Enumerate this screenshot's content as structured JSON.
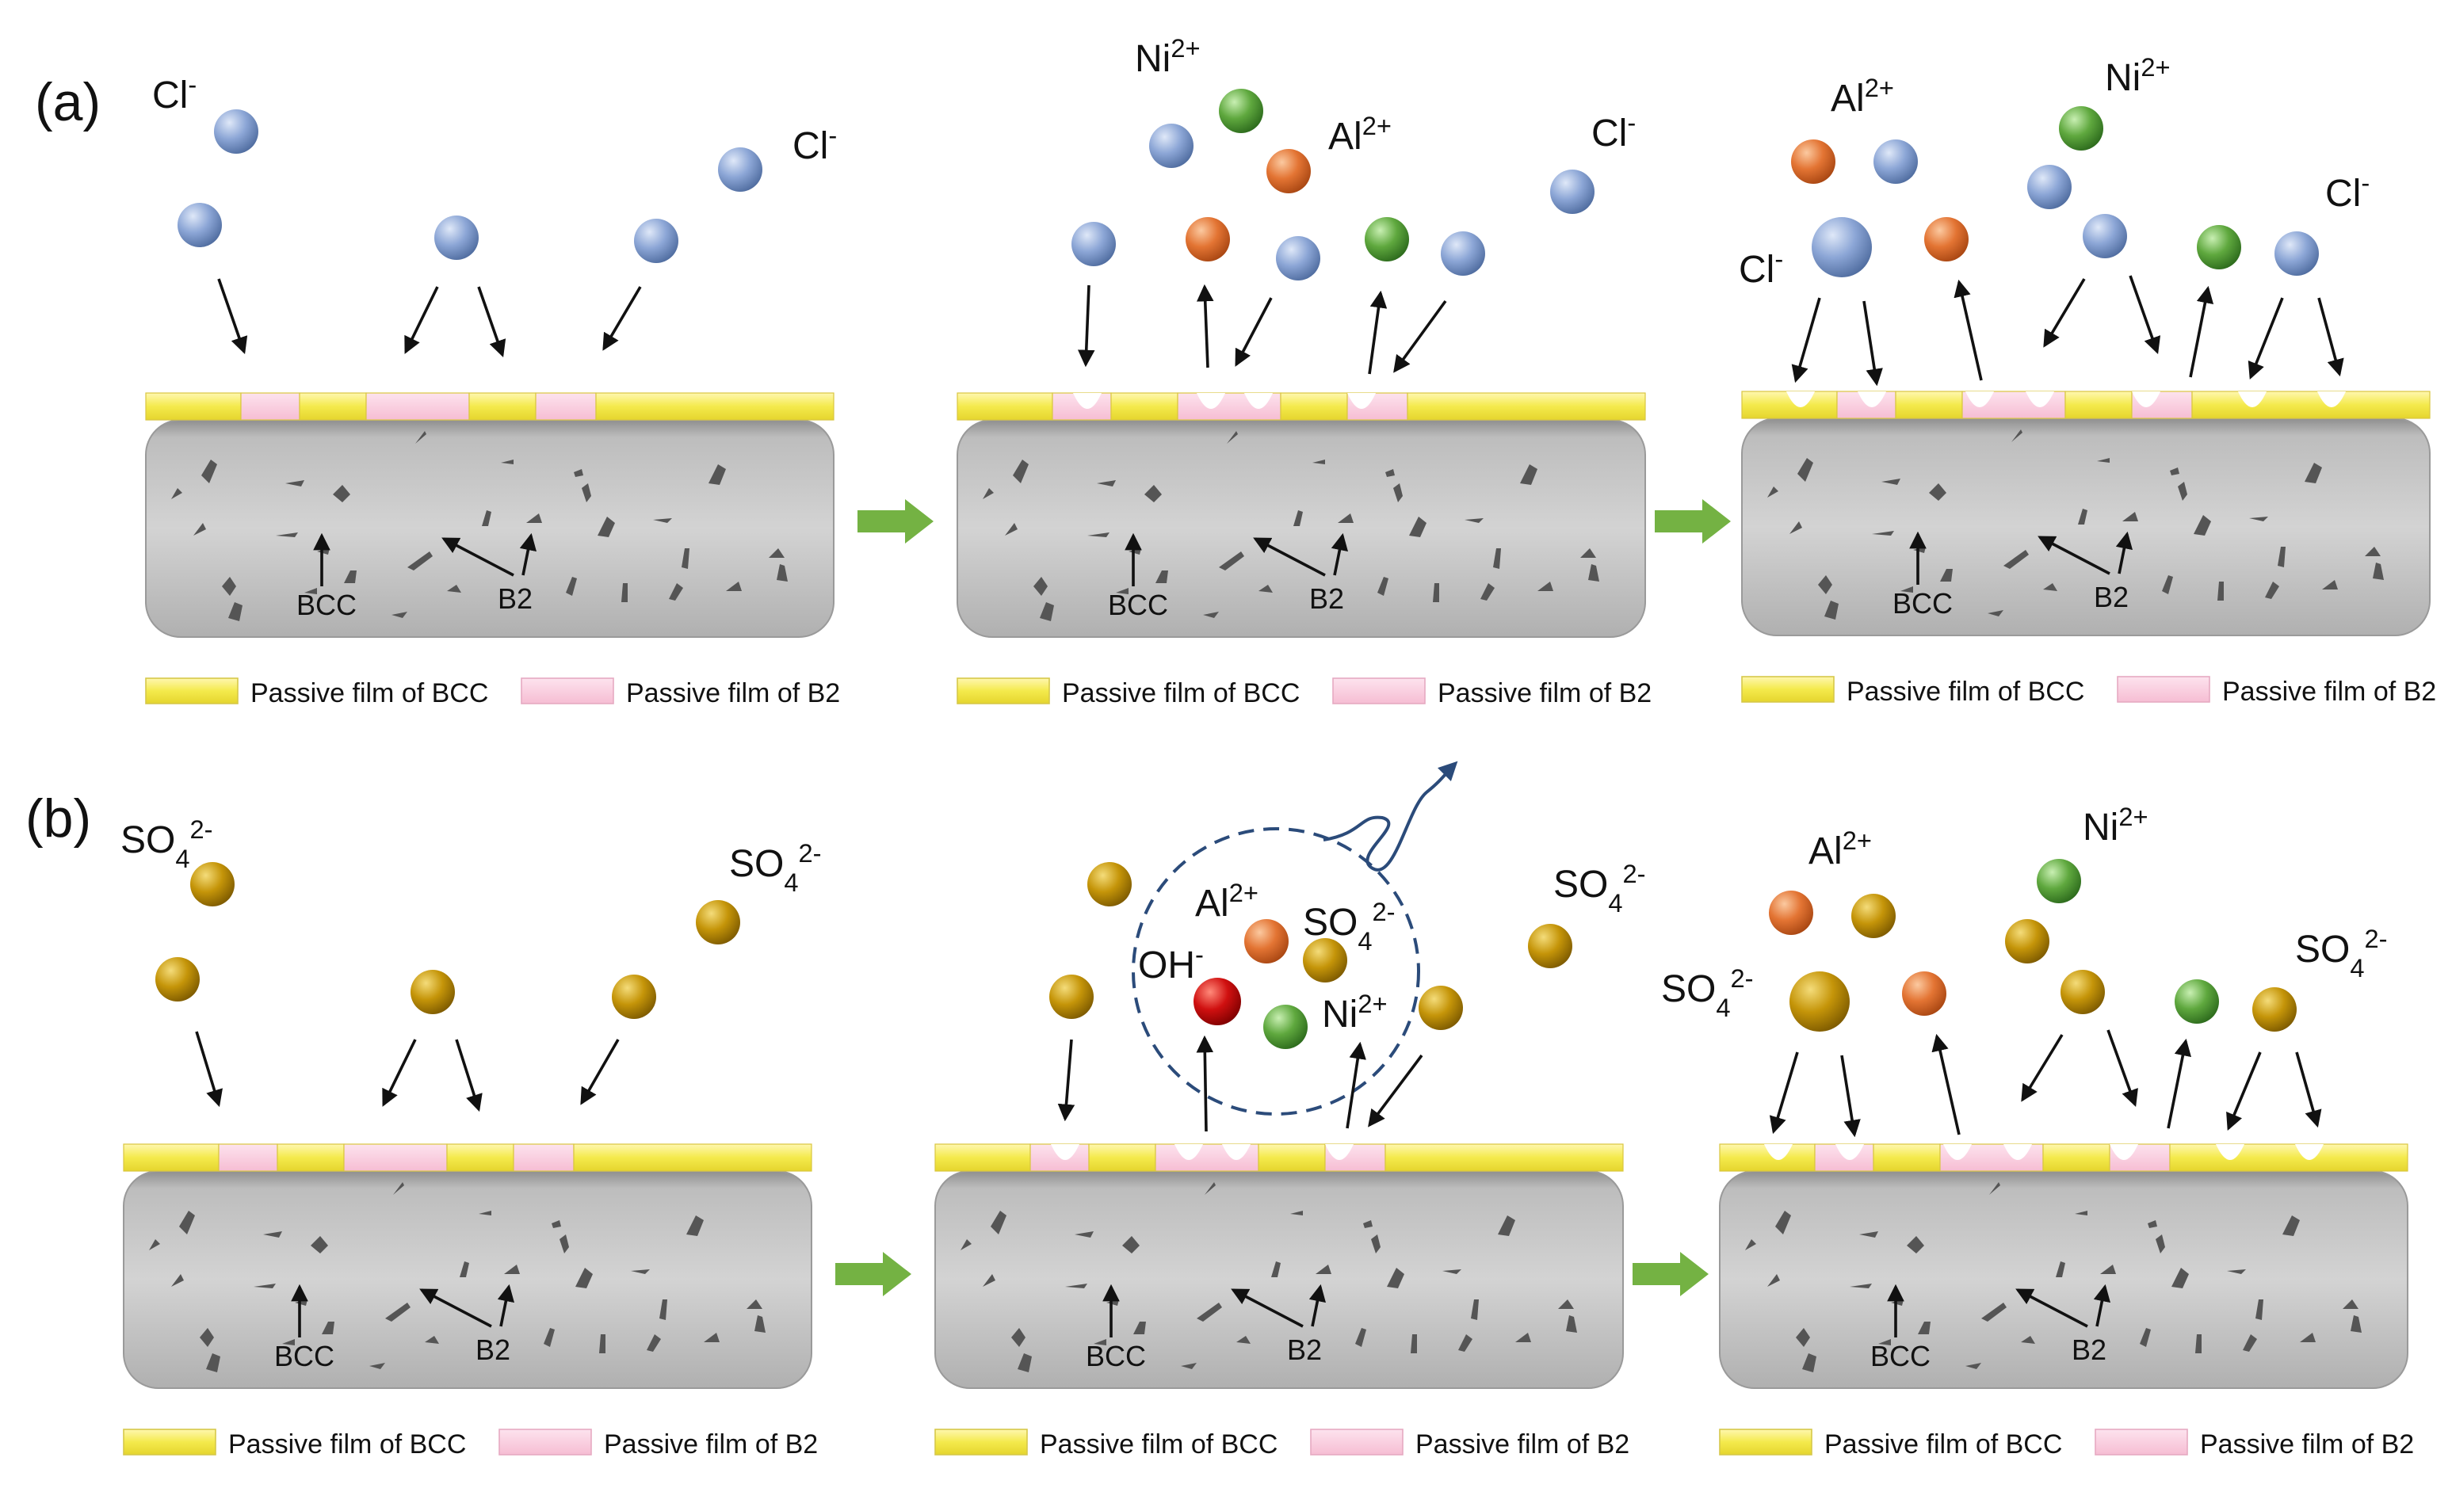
{
  "colors": {
    "bcc_film": "#f4ea4c",
    "b2_film": "#f8c5d8",
    "substrate": "#b6b6b6",
    "inclusion": "#555555",
    "arrow": "#111111",
    "flow_arrow": "#74b243",
    "cl_ion": "#7b98cf",
    "ni_ion": "#5ca33c",
    "al_ion": "#e06f2b",
    "so4_ion": "#c4930b",
    "oh_ion": "#c8100f",
    "dashed_circle": "#2b4b7a"
  },
  "panel_labels": [
    "(a)",
    "(b)"
  ],
  "legend": {
    "bcc": "Passive film of BCC",
    "b2": "Passive film of B2"
  },
  "phase_labels": {
    "bcc": "BCC",
    "b2": "B2"
  },
  "ions": {
    "cl": "Cl",
    "cl_charge": "-",
    "ni": "Ni",
    "ni_charge": "2+",
    "al": "Al",
    "al_charge": "2+",
    "so4": "SO",
    "so4_sub": "4",
    "so4_charge": "2-",
    "oh": "OH",
    "oh_charge": "-"
  },
  "icons": [
    "ion-sphere",
    "arrow",
    "flow-arrow",
    "wavy-escape-arrow",
    "dashed-circle"
  ]
}
